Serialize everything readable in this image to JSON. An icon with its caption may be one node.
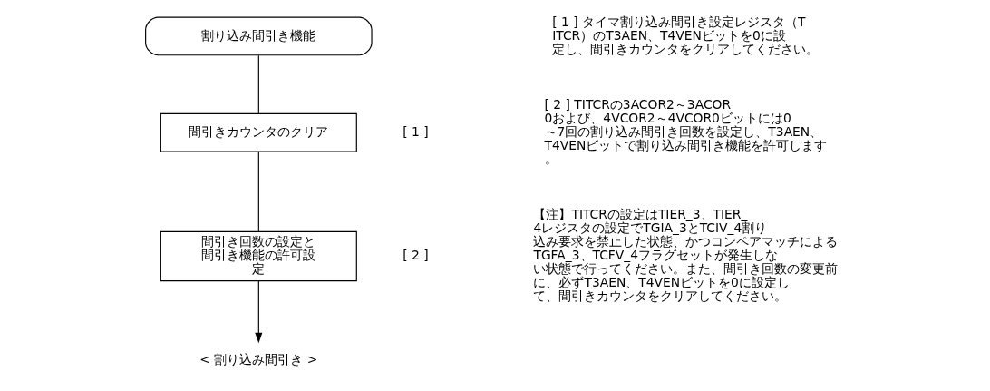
{
  "diagram": {
    "nodes": [
      {
        "text": [
          "割り込み間引き機能"
        ]
      },
      {
        "text": [
          "間引きカウンタのクリア"
        ],
        "beside": [
          "[ 1 ]"
        ]
      },
      {
        "text": [
          "間引き回数の設定と間引き機能の許可設定"
        ],
        "beside": [
          "[ 2 ]"
        ]
      },
      {
        "text": [
          "< 割り込み間引き >"
        ]
      }
    ],
    "edges": [
      {
        "from": 0,
        "to": 1,
        "arrow": "none"
      },
      {
        "from": 1,
        "to": 2,
        "arrow": "none"
      },
      {
        "from": 2,
        "to": 3,
        "arrow": "to"
      }
    ],
    "labels": [
      "[ 1 ] タイマ割り込み間引き設定レジスタ（TITCR）のT3AEN、T4VENビットを0に設定し、間引きカウンタをクリアしてください。",
      "[ 2 ] TITCRの3ACOR2～3ACOR0および、4VCOR2～4VCOR0ビットには0～7回の割り込み間引き回数を設定し、T3AEN、T4VENビットで割り込み間引き機能を許可します。",
      "【注】TITCRの設定はTIER_3、TIER_4レジスタの設定でTGIA_3とTCIV_4割り込み要求を禁止した状態、かつコンペアマッチによるTGFA_3、TCFV_4フラグセットが発生しない状態で行ってください。また、間引き回数の変更前に、必ずT3AEN、T4VENビットを0に設定して、間引きカウンタをクリアしてください。"
    ]
  }
}
